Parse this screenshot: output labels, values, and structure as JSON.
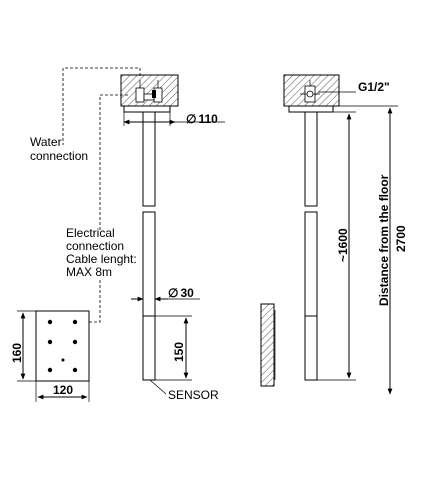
{
  "labels": {
    "water_connection": [
      "Water",
      "connection"
    ],
    "electrical_connection": [
      "Electrical",
      "connection",
      "Cable lenght:",
      "MAX 8m"
    ],
    "sensor": "SENSOR",
    "distance_from_floor": "Distance from the floor",
    "thread": "G1/2\""
  },
  "dimensions": {
    "head_diameter": "110",
    "pipe_diameter": "30",
    "box_height": "160",
    "box_width": "120",
    "sensor_height": "150",
    "pipe_length": "~1600",
    "floor_distance": "2700"
  },
  "symbols": {
    "diameter": "∅"
  },
  "colors": {
    "hatch_fill": "#bfbfbf",
    "line": "#000000"
  }
}
